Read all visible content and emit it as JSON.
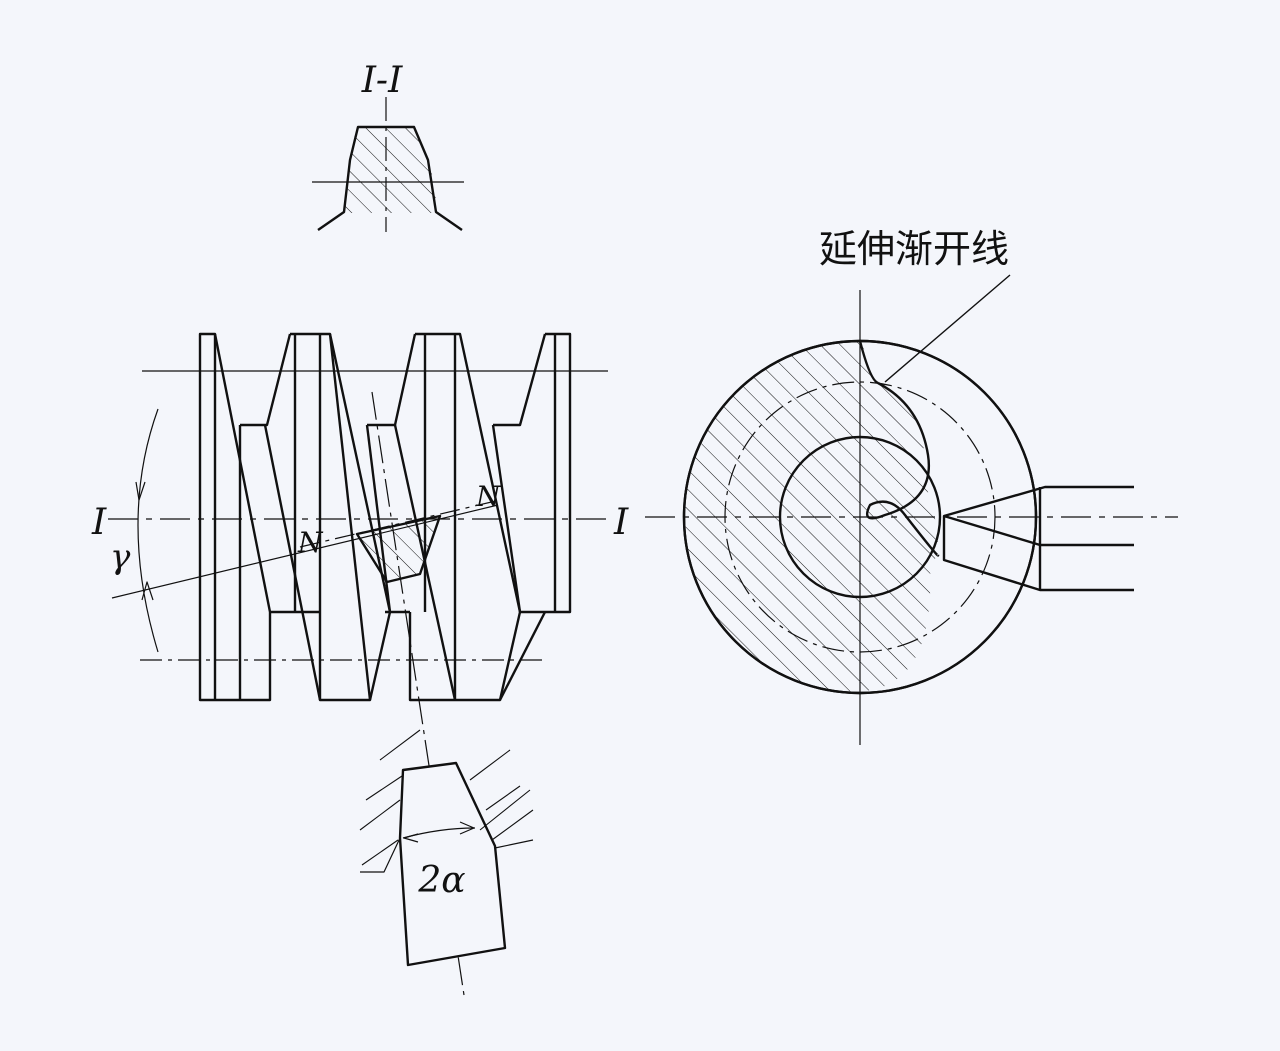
{
  "labels": {
    "section_title": "I-I",
    "extended_involute": "延伸渐开线",
    "axis_left": "I",
    "axis_right": "I",
    "normal_n1": "N",
    "normal_n2": "N",
    "lead_angle": "γ",
    "profile_angle": "2α"
  },
  "colors": {
    "background": "#f4f6fb",
    "line": "#111111"
  }
}
